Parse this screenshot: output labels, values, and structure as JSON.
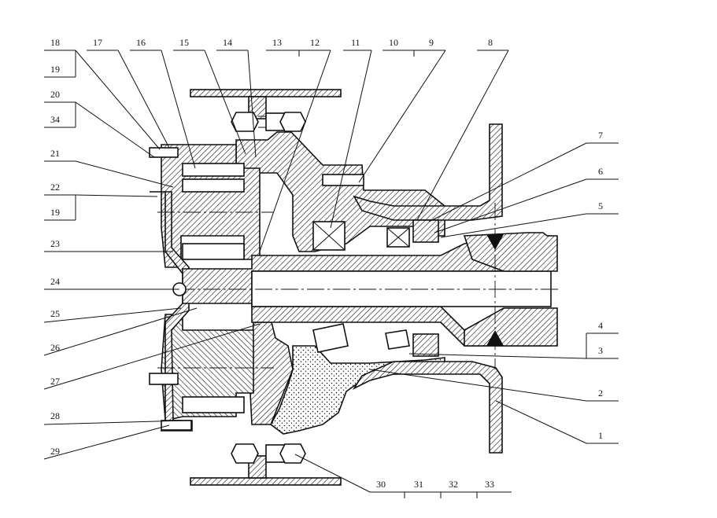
{
  "title": "",
  "colors": {
    "ink": "#111111",
    "paper": "#ffffff"
  },
  "leftLabels": [
    {
      "id": "18",
      "text": "18"
    },
    {
      "id": "17",
      "text": "17"
    },
    {
      "id": "16",
      "text": "16"
    },
    {
      "id": "15",
      "text": "15"
    },
    {
      "id": "14",
      "text": "14"
    },
    {
      "id": "19a",
      "text": "19"
    },
    {
      "id": "20",
      "text": "20"
    },
    {
      "id": "34",
      "text": "34"
    },
    {
      "id": "21",
      "text": "21"
    },
    {
      "id": "22",
      "text": "22"
    },
    {
      "id": "19b",
      "text": "19"
    },
    {
      "id": "23",
      "text": "23"
    },
    {
      "id": "24",
      "text": "24"
    },
    {
      "id": "25",
      "text": "25"
    },
    {
      "id": "26",
      "text": "26"
    },
    {
      "id": "27",
      "text": "27"
    },
    {
      "id": "28",
      "text": "28"
    },
    {
      "id": "29",
      "text": "29"
    }
  ],
  "topLabels": [
    {
      "id": "13",
      "text": "13"
    },
    {
      "id": "12",
      "text": "12"
    },
    {
      "id": "11",
      "text": "11"
    },
    {
      "id": "10",
      "text": "10"
    },
    {
      "id": "9",
      "text": "9"
    },
    {
      "id": "8",
      "text": "8"
    }
  ],
  "rightLabels": [
    {
      "id": "7",
      "text": "7"
    },
    {
      "id": "6",
      "text": "6"
    },
    {
      "id": "5",
      "text": "5"
    },
    {
      "id": "4",
      "text": "4"
    },
    {
      "id": "3",
      "text": "3"
    },
    {
      "id": "2",
      "text": "2"
    },
    {
      "id": "1",
      "text": "1"
    }
  ],
  "bottomLabels": [
    {
      "id": "30",
      "text": "30"
    },
    {
      "id": "31",
      "text": "31"
    },
    {
      "id": "32",
      "text": "32"
    },
    {
      "id": "33",
      "text": "33"
    }
  ]
}
